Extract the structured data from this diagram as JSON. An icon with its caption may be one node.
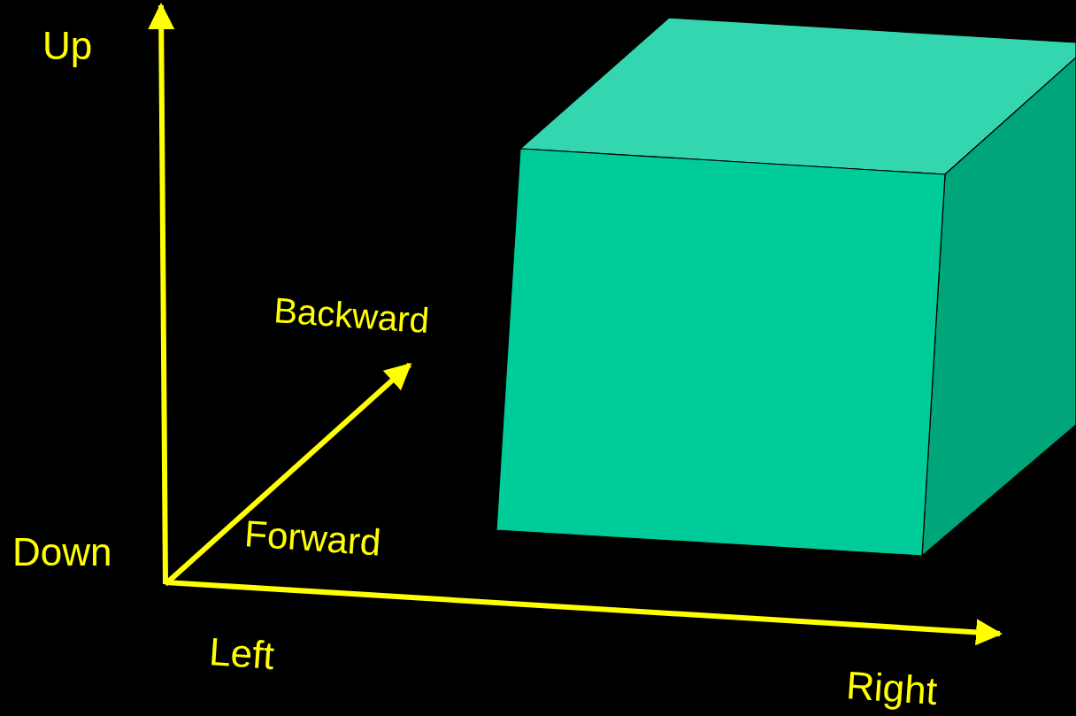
{
  "diagram": {
    "labels": [
      "Up",
      "Backward",
      "Down",
      "Forward",
      "Left",
      "Right"
    ]
  }
}
